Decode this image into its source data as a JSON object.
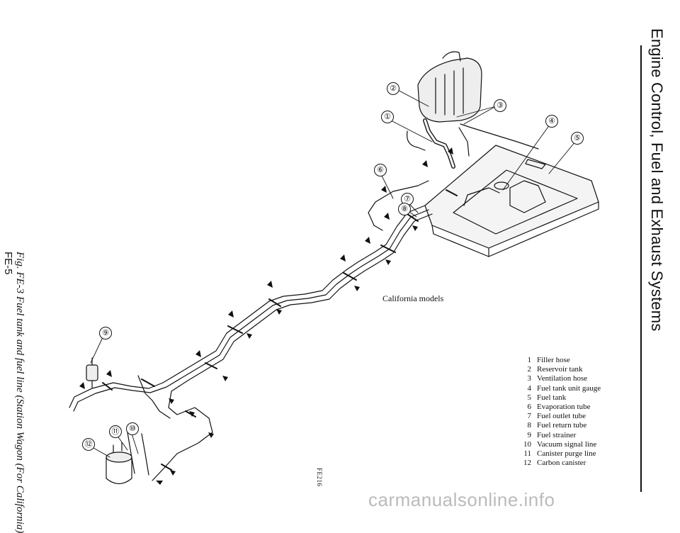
{
  "page": {
    "section_title": "Engine Control, Fuel and Exhaust Systems",
    "figure_caption": "Fig. FE-3  Fuel tank and fuel line (Station Wagon (For California)",
    "page_number": "FE-5",
    "figure_code": "FE216",
    "watermark": "carmanualsonline.info"
  },
  "diagram": {
    "region_label": "California models"
  },
  "callouts": [
    "①",
    "①",
    "②",
    "③",
    "④",
    "⑤",
    "⑥",
    "⑦",
    "⑧",
    "⑨",
    "⑩",
    "⑪",
    "⑫"
  ],
  "legend": [
    {
      "num": "1",
      "name": "Filler hose"
    },
    {
      "num": "2",
      "name": "Reservoir tank"
    },
    {
      "num": "3",
      "name": "Ventilation hose"
    },
    {
      "num": "4",
      "name": "Fuel tank unit gauge"
    },
    {
      "num": "5",
      "name": "Fuel tank"
    },
    {
      "num": "6",
      "name": "Evaporation tube"
    },
    {
      "num": "7",
      "name": "Fuel outlet tube"
    },
    {
      "num": "8",
      "name": "Fuel return tube"
    },
    {
      "num": "9",
      "name": "Fuel strainer"
    },
    {
      "num": "10",
      "name": "Vacuum signal line"
    },
    {
      "num": "11",
      "name": "Canister purge line"
    },
    {
      "num": "12",
      "name": "Carbon canister"
    }
  ]
}
